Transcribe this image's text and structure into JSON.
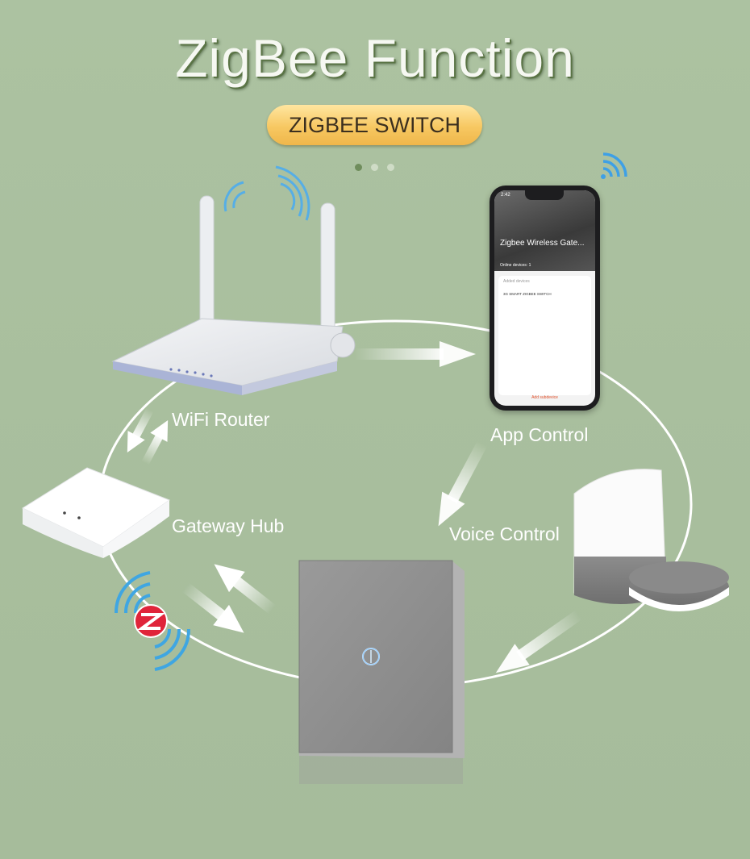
{
  "header": {
    "title": "ZigBee Function",
    "badge": "ZIGBEE SWITCH"
  },
  "labels": {
    "wifi_router": "WiFi Router",
    "app_control": "App Control",
    "gateway_hub": "Gateway Hub",
    "voice_control": "Voice Control"
  },
  "phone": {
    "time": "2:42",
    "title": "Zigbee Wireless Gate...",
    "online": "Online devices: 1",
    "added": "Added devices",
    "item": "3G SMART ZIGBEE SWITCH",
    "add_button": "Add subdevice"
  },
  "colors": {
    "background": "#a9bf9e",
    "badge": "#f7c862",
    "signal": "#4da8e0",
    "zigbee_logo": "#e0243a"
  }
}
